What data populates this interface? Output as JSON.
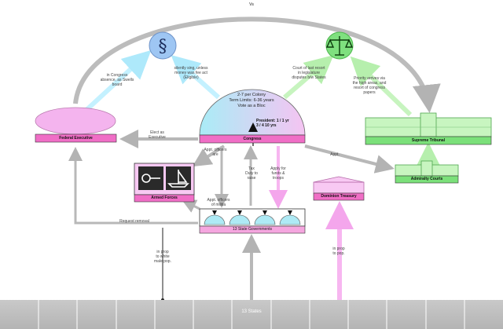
{
  "labels": {
    "arc_top": "Vs",
    "left_arc_note": "in Congress\nabsence, as Swells\nboard",
    "senate_note": "silently sing, unless\nmoney was fee act\n(Eligible)",
    "court_note": "Court of last resort\nin legislature\ndisputes b/w States",
    "right_note": "Priority arrives via\nthe high areas, and\nresort of congress\npapers",
    "congress_body": "2-7 per Colony\nTerm Limits: 6-36 years\nVote as a Bloc",
    "president": "President: 1 / 1 yr\n3 / 4 10 yrs",
    "congress": "Congress",
    "federal_executive": "Federal Executive",
    "supreme_tribunal": "Supreme Tribunal",
    "admiralty_courts": "Admiralty Courts",
    "armed_forces": "Armed Forces",
    "dominion_treasury": "Dominion Treasury",
    "state_governments": "13 State Governments",
    "states": "13 States",
    "elect_as_executive": "Elect as\nExecutive",
    "appt_officers_1": "Appt. officers\nare",
    "appt_officers_2": "Appt. officers\nof militia",
    "tax_duty": "Tax\nDuty to\nraise",
    "apply_funds": "Apply for\nfunds &\ntroops",
    "appt": "Appt.",
    "request_removal": "Request removal",
    "in_prop_left": "in prop\nto white\nmale pop.",
    "in_prop_right": "in prop\nto pop."
  },
  "colors": {
    "ellipse_pink": "#f4b4ee",
    "pink_bar": "#f06ec6",
    "green_fill": "#c8f5c0",
    "green_bar": "#7be07a",
    "blue_circle": "#9ec6f3",
    "green_circle": "#7fe07f",
    "cyan_arrow": "#bfefff",
    "green_arrow": "#c7f5c0",
    "pink_arrow": "#f7b6f0",
    "gray_arrow": "#b8b8b8",
    "states_bar": "#bdbdbd"
  },
  "icons": {
    "senate": "section-sign-icon",
    "court": "scales-of-justice-icon",
    "president": "pointer-hand-icon",
    "armed_forces": "ship-icon"
  }
}
